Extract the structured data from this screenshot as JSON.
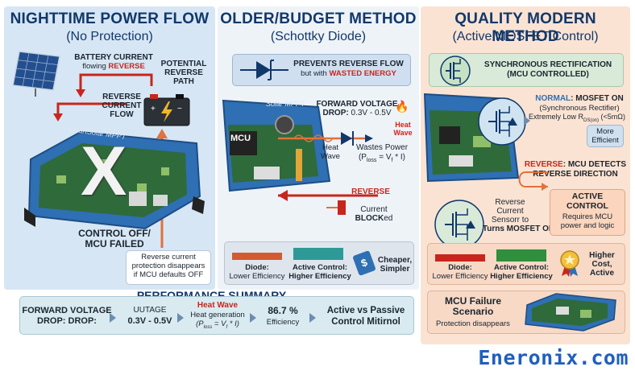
{
  "panel1": {
    "title": "NIGHTTIME POWER FLOW",
    "subtitle": "(No Protection)",
    "battery_current_line1": "BATTERY CURRENT",
    "battery_current_line2a": "flowing ",
    "battery_current_line2b": "REVERSE",
    "potential_line1": "POTENTIAL",
    "potential_line2": "REVERSE",
    "potential_line3": "PATH",
    "reverse_current_line1": "REVERSE",
    "reverse_current_line2": "CURRENT",
    "reverse_current_line3": "FLOW",
    "device_brand": "SmartSolar MPPT",
    "x_mark": "X",
    "control_off_line1": "CONTROL OFF/",
    "control_off_line2": "MCU FAILED",
    "note_line1": "Reverse current",
    "note_line2": "protection disappears",
    "note_line3": "if MCU defaults OFF"
  },
  "panel2": {
    "title": "OLDER/BUDGET METHOD",
    "subtitle": "(Schottky Diode)",
    "prevents_line1": "PREVENTS REVERSE FLOW",
    "prevents_line2a": "but with ",
    "prevents_line2b": "WASTED ENERGY",
    "fv_line1": "FORWARD VOLTAGE",
    "fv_line2a": "DROP: ",
    "fv_line2b": "0.3V - 0.5V",
    "heat_wave_red_line1": "Heat",
    "heat_wave_red_line2": "Wave",
    "heat_wave_line1": "Heat",
    "heat_wave_line2": "Wave",
    "wastes_line1": "Wastes Power",
    "wastes_line2": "(P",
    "wastes_sub": "loss",
    "wastes_line3": " = V",
    "wastes_sub2": "f",
    "wastes_line4": " * I)",
    "device_brand": "Solar MPPT",
    "mcu": "MCU",
    "reverse": "REVERSE",
    "current_line1": "Current",
    "current_line2a": "BLOCK",
    "current_line2b": "ed",
    "diode_label_line1": "Diode:",
    "diode_label_line2": "Lower Efficiency",
    "active_label_line1": "Active Control:",
    "active_label_line2": "Higher Efficiency",
    "cheaper_line1": "Cheaper,",
    "cheaper_line2": "Simpler",
    "tag_symbol": "$"
  },
  "panel3": {
    "title": "QUALITY MODERN METHOD",
    "subtitle": "(Active MOSFET Control)",
    "sync_line1": "SYNCHRONOUS RECTIFICATION",
    "sync_line2": "(MCU CONTROLLED)",
    "normal_a": "NORMAL",
    "normal_b": ": MOSFET ON",
    "normal_line2": "(Synchronous Rectifier)",
    "normal_line3a": "Extremely Low R",
    "normal_sub": "DS(on)",
    "normal_line3b": " (<5mΩ)",
    "more_line1": "More",
    "more_line2": "Efficient",
    "reverse_a": "REVERSE",
    "reverse_b": ": MCU DETECTS",
    "reverse_line2": "REVERSE DIRECTION",
    "sensor_line1": "Reverse",
    "sensor_line2": "Current",
    "sensor_line3": "Sensorr to",
    "sensor_line4": "Turns MOSFET OFF",
    "active_ctrl_line1": "ACTIVE",
    "active_ctrl_line2": "CONTROL",
    "active_ctrl_line3": "Requires MCU",
    "active_ctrl_line4": "power and logic",
    "diode_label_line1": "Diode:",
    "diode_label_line2": "Lower Efficiency",
    "active_label_line1": "Active Control:",
    "active_label_line2": "Higher Efficiency",
    "higher_line1": "Higher",
    "higher_line2": "Cost,",
    "higher_line3": "Active",
    "failure_line1": "MCU Failure",
    "failure_line2": "Scenario",
    "failure_line3": "Protection disappears"
  },
  "summary": {
    "title": "PERFORMANCE SUMMARY",
    "c1_line1": "FORWARD VOLTAGE",
    "c1_line2": "DROP: DROP:",
    "c2_line1": "UUTAGE",
    "c2_line2": "0.3V - 0.5V",
    "c3_line1": "Heat Wave",
    "c3_line2": "Heat generation",
    "c3_line3a": "(P",
    "c3_sub": "loss",
    "c3_line3b": " = V",
    "c3_sub2": "f",
    "c3_line3c": " * I)",
    "c4_line1": "86.7 %",
    "c4_line2": "Efficiency",
    "c5_line1": "Active vs Passive",
    "c5_line2": "Control Mitirnol"
  },
  "brand": "Eneronix.com",
  "colors": {
    "navy": "#11386b",
    "red": "#c8261c",
    "blue_device": "#2f6fb3",
    "green": "#2f8f3c",
    "orange": "#e2713a",
    "brand_blue": "#1f5fbf"
  }
}
